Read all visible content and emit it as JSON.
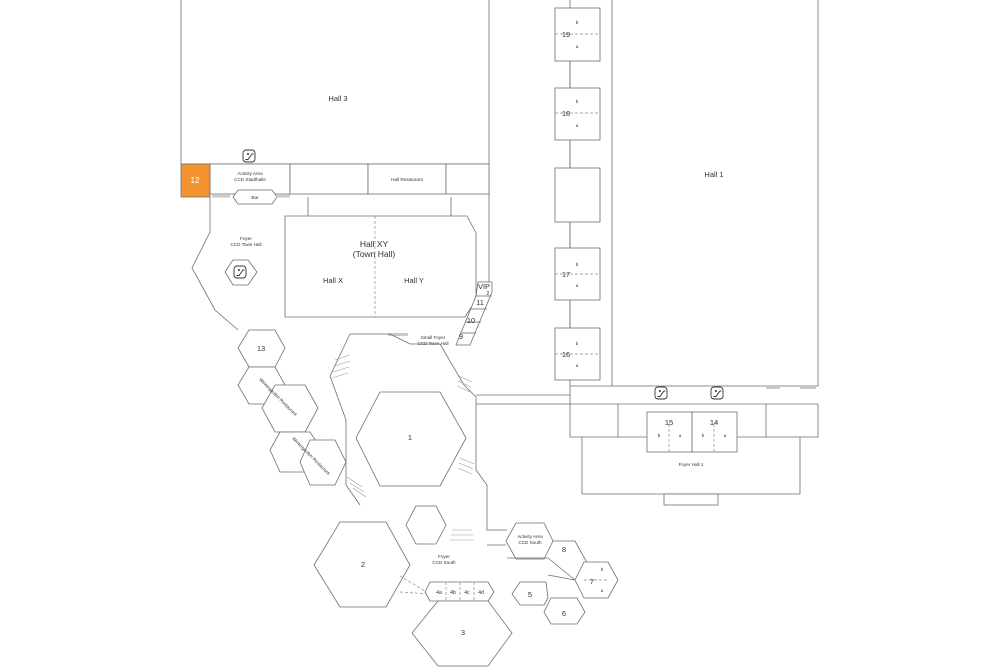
{
  "highlight_color": "#f39431",
  "rooms": {
    "hall3": "Hall 3",
    "hall1": "Hall 1",
    "hall_xy_1": "Hall XY",
    "hall_xy_2": "(Town Hall)",
    "hall_x": "Hall X",
    "hall_y": "Hall Y",
    "room12": "12",
    "activity_stadt_1": "Activity Area",
    "activity_stadt_2": "CCD Stadthalle",
    "hall_restaurant": "Hall Restaurant",
    "bar": "Bar",
    "foyer_town_1": "Foyer",
    "foyer_town_2": "CCD Town Hall",
    "small_foyer_1": "Small Foyer",
    "small_foyer_2": "CCD Town Hall",
    "vip": "VIP",
    "r2": "2",
    "r11": "11",
    "r10": "10",
    "r9": "9",
    "r13": "13",
    "winter1": "Wintergarden Restaurant",
    "winter2": "Wintergarden Restaurant",
    "r1": "1",
    "r2_big": "2",
    "foyer_south_1": "Foyer",
    "foyer_south_2": "CCD South",
    "activity_south_1": "Activity Area",
    "activity_south_2": "CCD South",
    "r8": "8",
    "r7": "7",
    "r7b": "b",
    "r7a": "a",
    "r5": "5",
    "r6": "6",
    "r3": "3",
    "r4a": "4a",
    "r4b": "4b",
    "r4c": "4c",
    "r4d": "4d",
    "r19": "19",
    "r19b": "b",
    "r19a": "a",
    "r18": "18",
    "r18b": "b",
    "r18a": "a",
    "r17": "17",
    "r17b": "b",
    "r17a": "a",
    "r16": "16",
    "r16b": "b",
    "r16a": "a",
    "r15": "15",
    "r15b": "b",
    "r15a": "a",
    "r14": "14",
    "r14b": "b",
    "r14a": "a",
    "foyer_hall1": "Foyer Hall 1"
  },
  "icons": [
    "escalator-icon"
  ]
}
